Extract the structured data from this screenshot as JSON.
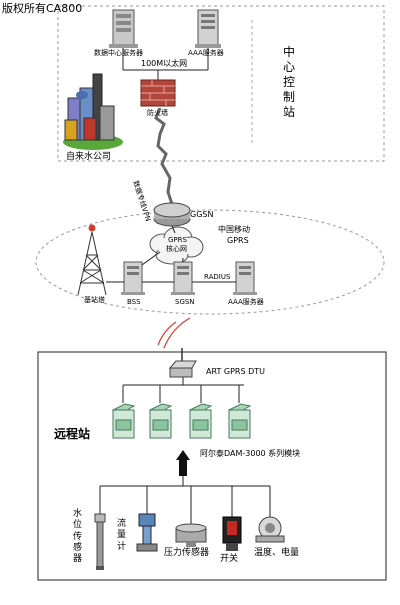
{
  "copyright": "版权所有CA800",
  "control_center": {
    "side_label": "中心控制站",
    "data_server": "数据中心服务器",
    "aaa_server": "AAA服务器",
    "ethernet": "100M以太网",
    "firewall": "防火墙",
    "water_company": "自来水公司",
    "vpn_link": "数据专线VPN"
  },
  "gprs_network": {
    "ggsn": "GGSN",
    "operator_line1": "中国移动",
    "operator_line2": "GPRS",
    "core_line1": "GPRS",
    "core_line2": "核心网",
    "radius": "RADIUS",
    "tower": "基站塔",
    "bss": "BSS",
    "sgsn": "SGSN",
    "aaa_server": "AAA服务器"
  },
  "remote_station": {
    "title": "远程站",
    "dtu": "ART GPRS DTU",
    "modules": "阿尔泰DAM-3000 系列模块",
    "sensors": {
      "water_level": "水位传感器",
      "flow_meter": "流量计",
      "pressure": "压力传感器",
      "switch": "开关",
      "temp_power": "温度、电量"
    }
  }
}
